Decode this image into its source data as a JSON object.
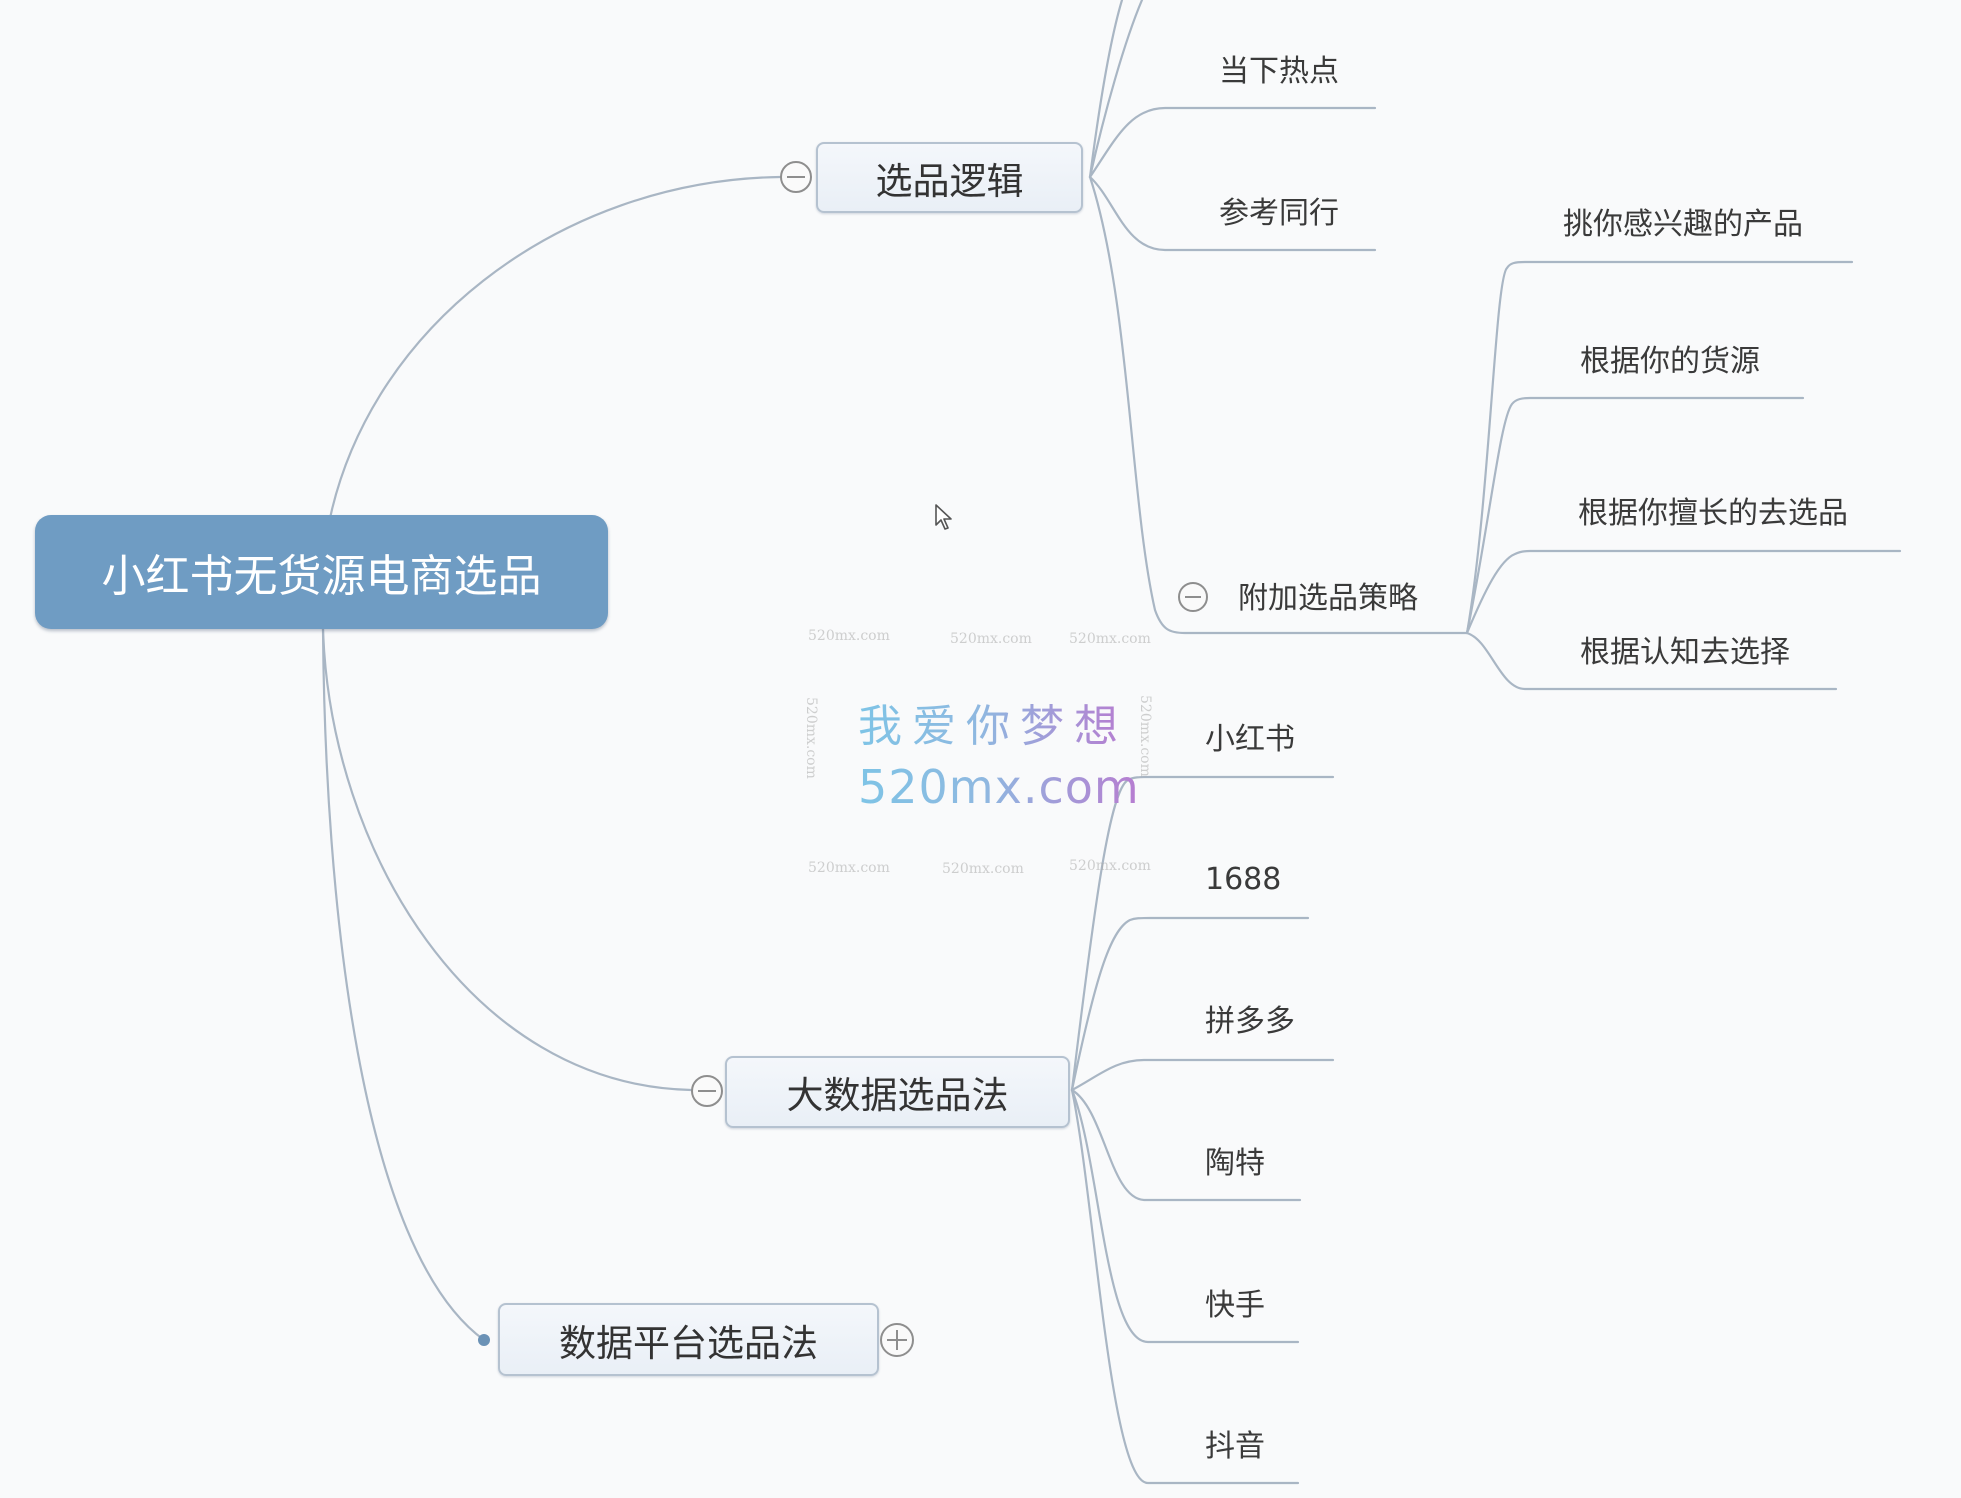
{
  "mindmap": {
    "root": {
      "label": "小红书无货源电商选品"
    },
    "topics": [
      {
        "label": "选品逻辑",
        "collapsed": false,
        "children": [
          {
            "label": "当下热点"
          },
          {
            "label": "参考同行"
          },
          {
            "label": "附加选品策略",
            "collapsed": false,
            "children": [
              {
                "label": "挑你感兴趣的产品"
              },
              {
                "label": "根据你的货源"
              },
              {
                "label": "根据你擅长的去选品"
              },
              {
                "label": "根据认知去选择"
              }
            ]
          }
        ]
      },
      {
        "label": "大数据选品法",
        "collapsed": false,
        "children": [
          {
            "label": "小红书"
          },
          {
            "label": "1688"
          },
          {
            "label": "拼多多"
          },
          {
            "label": "陶特"
          },
          {
            "label": "快手"
          },
          {
            "label": "抖音"
          }
        ]
      },
      {
        "label": "数据平台选品法",
        "collapsed": true,
        "children": []
      }
    ]
  },
  "watermark": {
    "title": "我爱你梦想",
    "url": "520mx.com",
    "tile_text": "520mx.com"
  },
  "colors": {
    "root_fill": "#6f9cc3",
    "connector": "#a9b6c4",
    "node_border": "#b5c2d0",
    "text": "#333333"
  }
}
